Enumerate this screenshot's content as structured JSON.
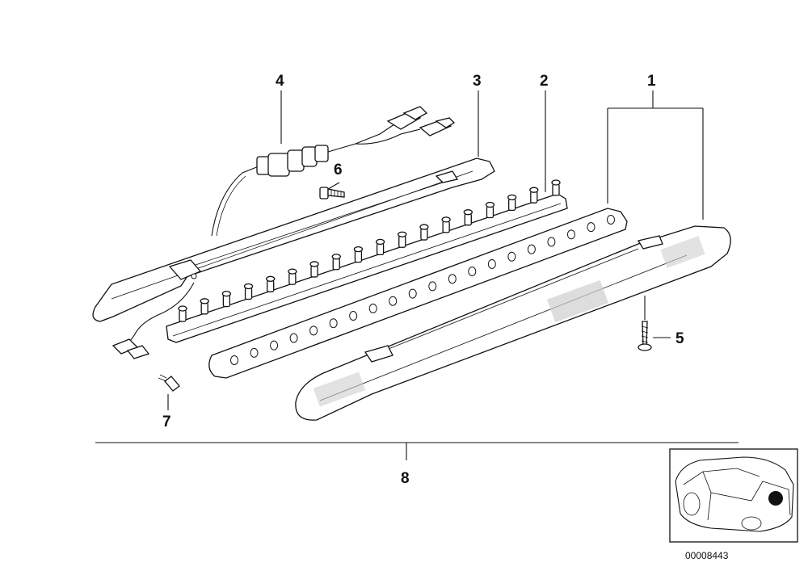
{
  "callouts": {
    "c1": "1",
    "c2": "2",
    "c3": "3",
    "c4": "4",
    "c5": "5",
    "c6": "6",
    "c7": "7",
    "c8": "8"
  },
  "doc_number": "00008443",
  "colors": {
    "ink": "#111111",
    "paper": "#ffffff",
    "lens_shade": "#cfcfcf"
  }
}
